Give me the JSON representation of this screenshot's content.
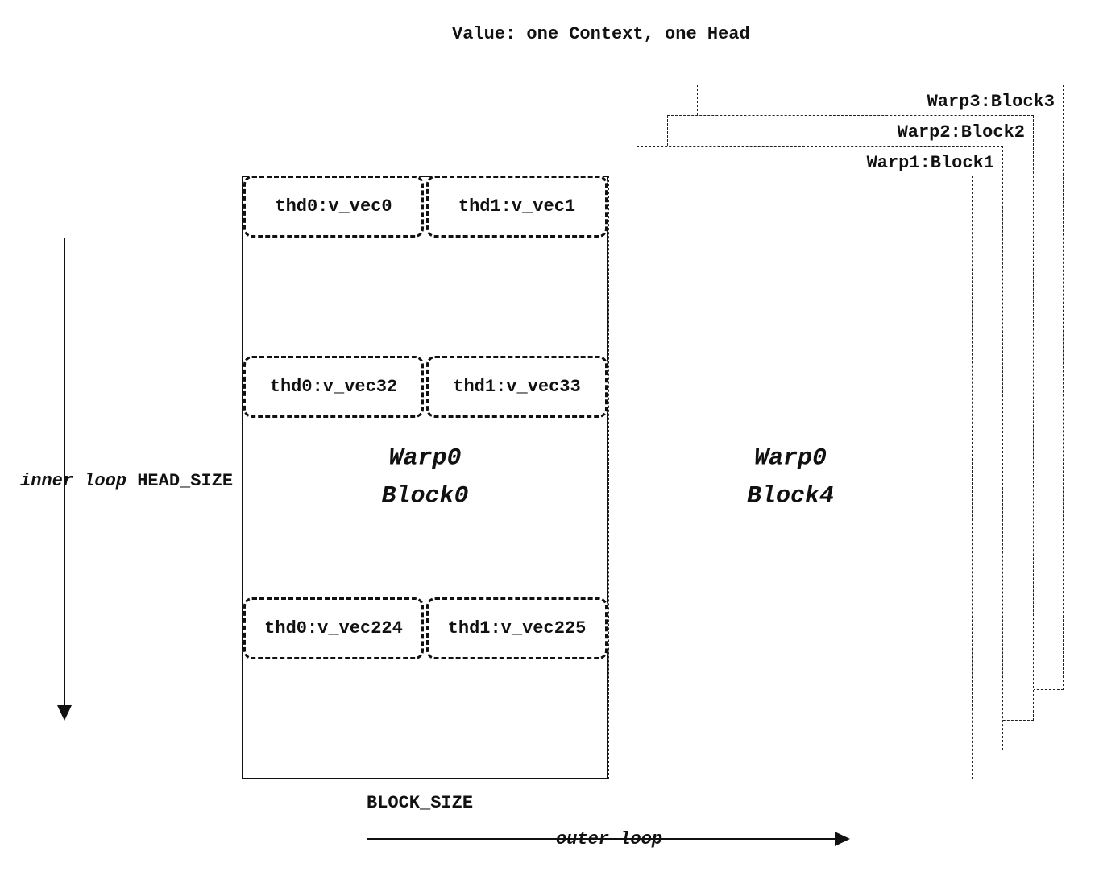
{
  "title": "Value: one Context, one Head",
  "stacked_blocks": [
    {
      "label": "Warp3:Block3"
    },
    {
      "label": "Warp2:Block2"
    },
    {
      "label": "Warp1:Block1"
    }
  ],
  "block4": {
    "line1": "Warp0",
    "line2": "Block4"
  },
  "block0": {
    "line1": "Warp0",
    "line2": "Block0",
    "rows": [
      {
        "left": "thd0:v_vec0",
        "right": "thd1:v_vec1"
      },
      {
        "left": "thd0:v_vec32",
        "right": "thd1:v_vec33"
      },
      {
        "left": "thd0:v_vec224",
        "right": "thd1:v_vec225"
      }
    ]
  },
  "annotations": {
    "inner_loop": "inner loop",
    "head_size": "HEAD_SIZE",
    "block_size": "BLOCK_SIZE",
    "outer_loop": "outer loop"
  },
  "colors": {
    "ink": "#111111",
    "background": "#ffffff"
  }
}
